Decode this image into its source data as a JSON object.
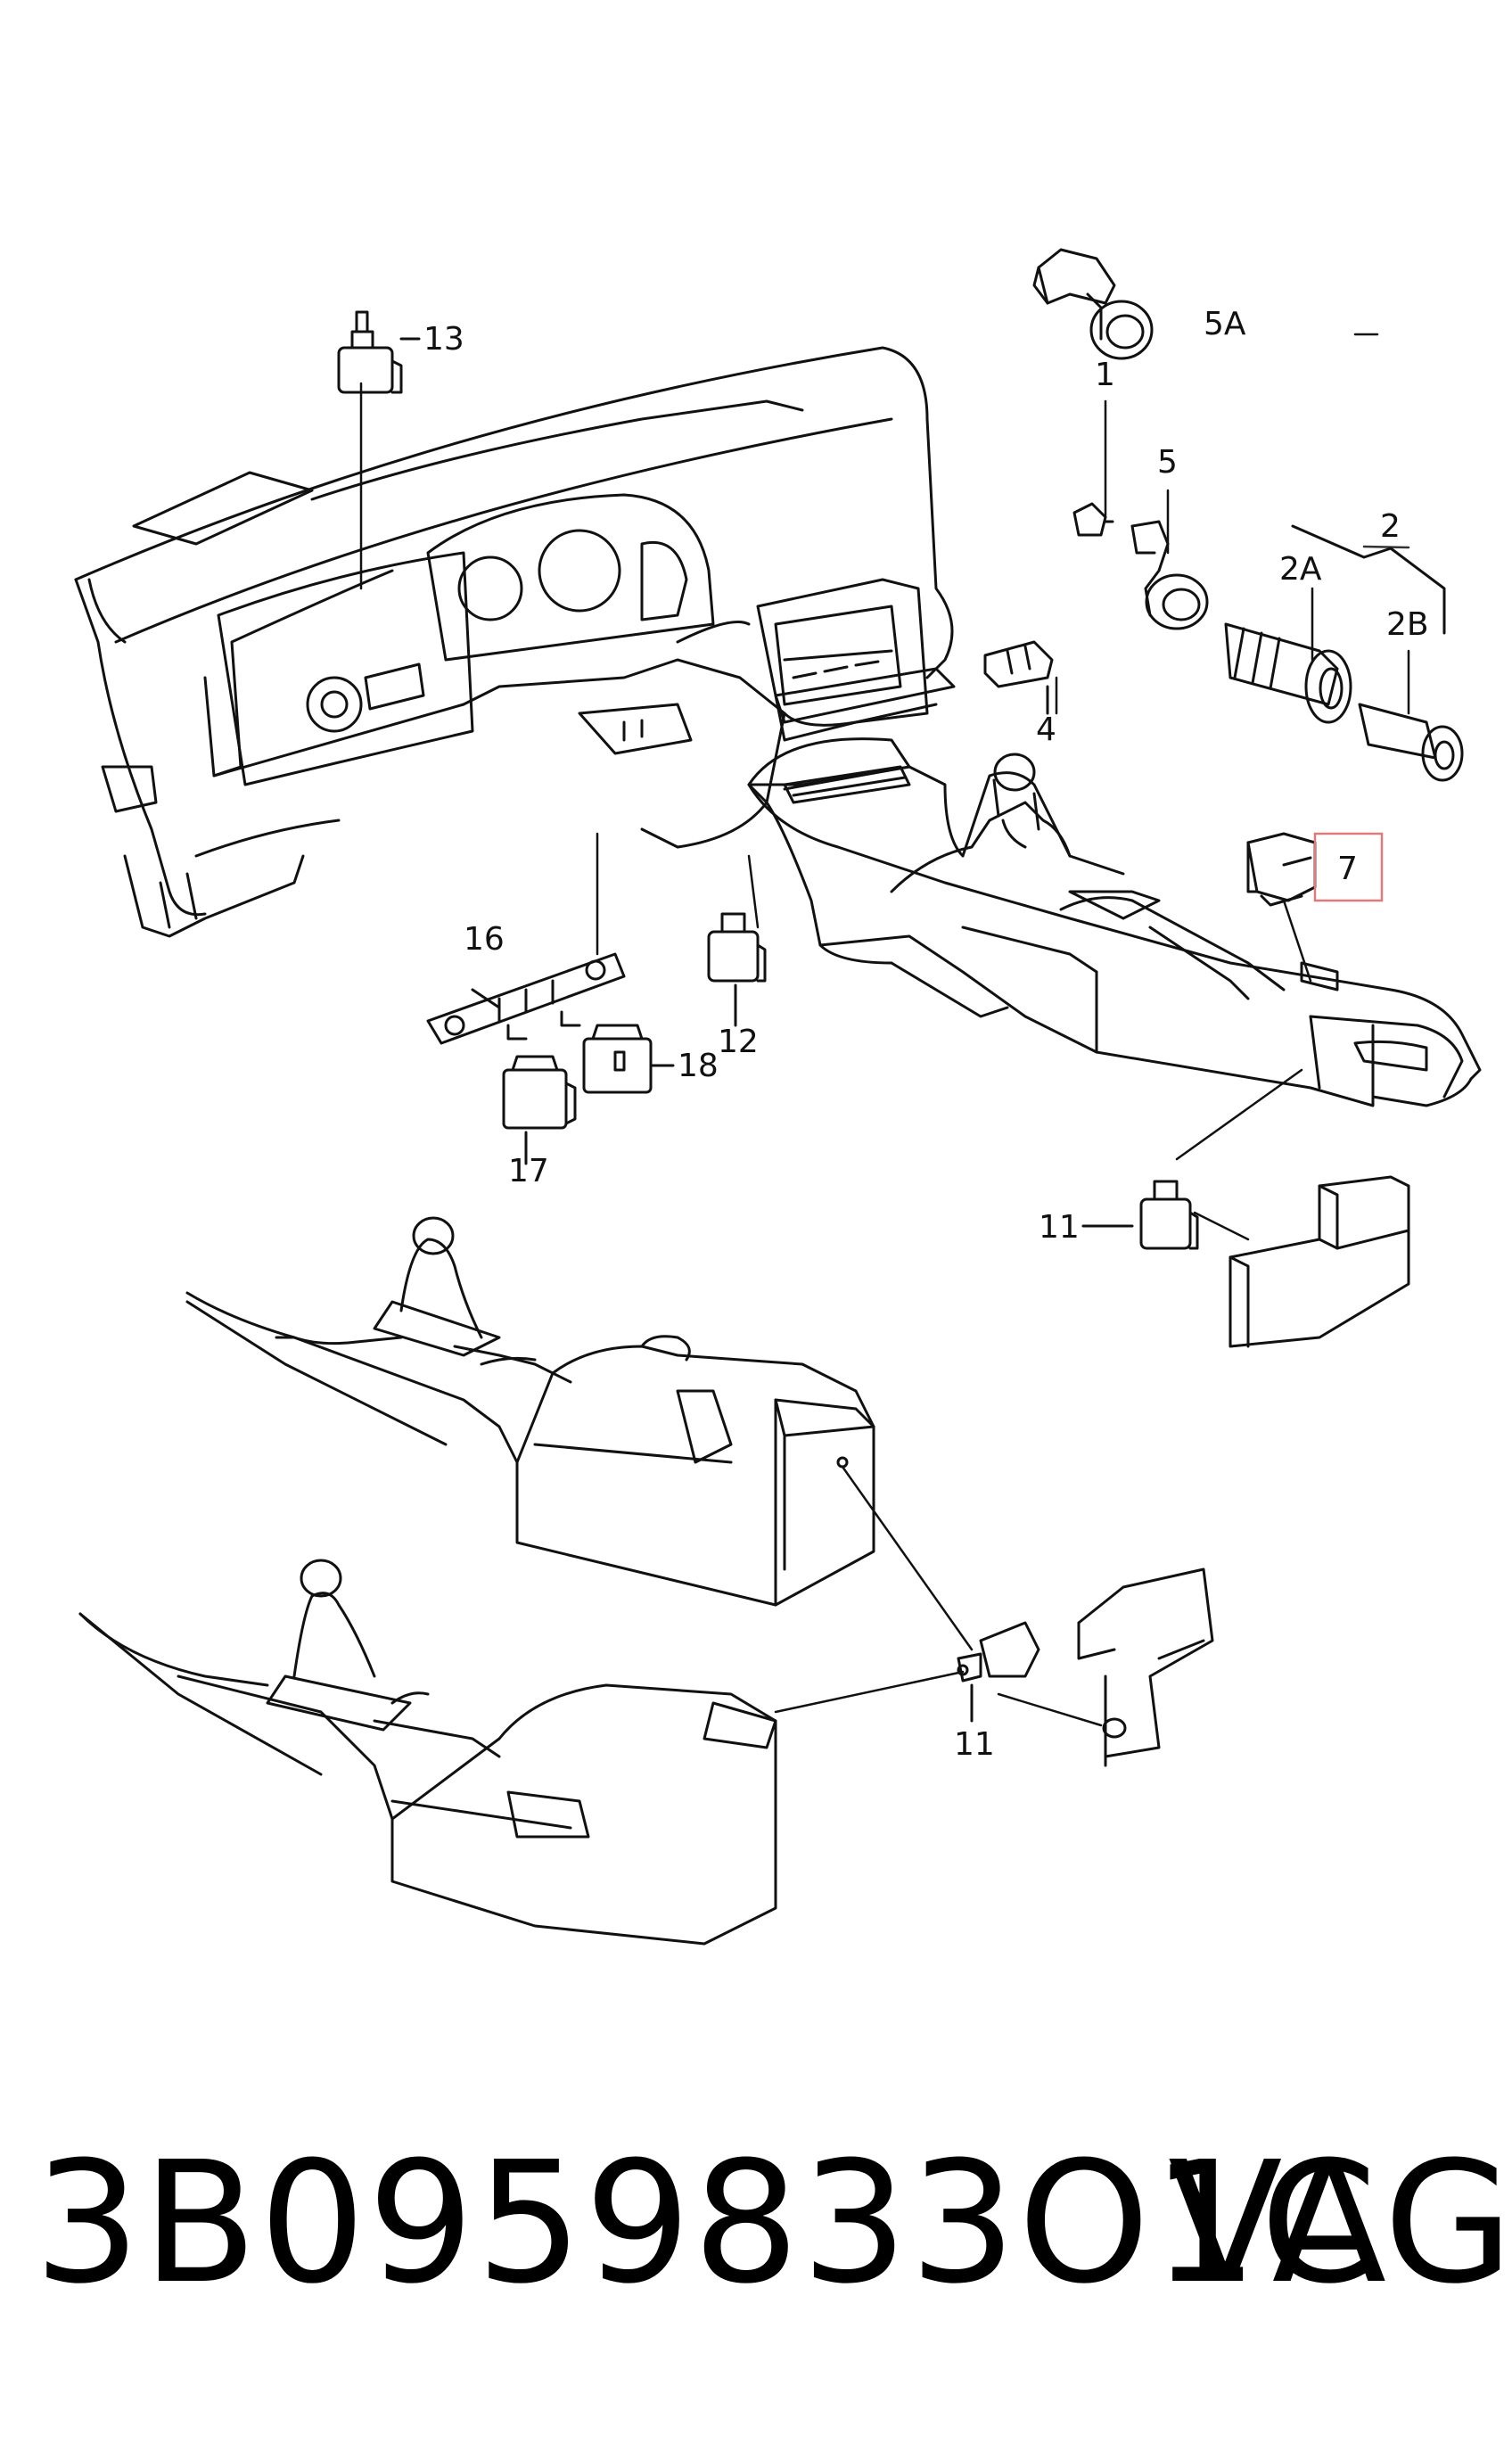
{
  "diagram": {
    "callouts": {
      "c1": "1",
      "c2": "2",
      "c2a": "2A",
      "c2b": "2B",
      "c4": "4",
      "c5": "5",
      "c5a": "5A",
      "c7": "7",
      "c11a": "11",
      "c11b": "11",
      "c12": "12",
      "c13": "13",
      "c16": "16",
      "c17": "17",
      "c18": "18"
    },
    "highlight_color": "#e07a7a"
  },
  "footer": {
    "part_number": "3B0959833O1C",
    "brand": "VAG"
  }
}
